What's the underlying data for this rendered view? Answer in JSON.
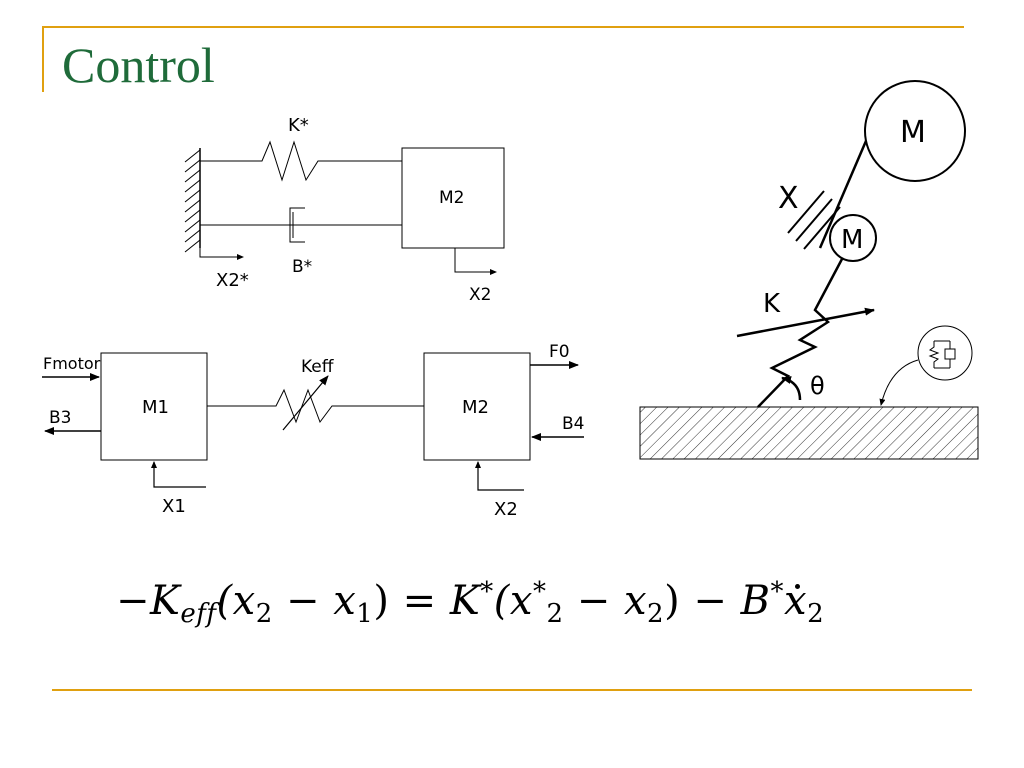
{
  "slide": {
    "title": "Control",
    "accent_color": "#e0a010",
    "title_color": "#1f6b3a"
  },
  "top_diagram": {
    "spring_label": "K*",
    "damper_label": "B*",
    "mass_label": "M2",
    "ground_disp_label": "X2*",
    "mass_disp_label": "X2"
  },
  "block_diagram": {
    "force_in_label": "Fmotor",
    "damping_left_label": "B3",
    "mass1_label": "M1",
    "spring_label": "Keff",
    "mass2_label": "M2",
    "force_out_label": "F0",
    "damping_right_label": "B4",
    "disp1_label": "X1",
    "disp2_label": "X2"
  },
  "robot_diagram": {
    "large_mass_label": "M",
    "small_mass_label": "M",
    "transmission_label": "X",
    "stiffness_label": "K",
    "angle_label": "θ"
  },
  "equation": {
    "minus_lead": "−",
    "k": "K",
    "k_sub": "eff",
    "lhs_paren": "(x",
    "x2_sub": "2",
    "lhs_minus": " − x",
    "x1_sub": "1",
    "equals": ") = ",
    "kstar": "K",
    "star": "*",
    "rhs_paren": "(x",
    "x2s_sub": "2",
    "x2s_sup": "*",
    "rhs_minus": " − x",
    "x2b_sub": "2",
    "rhs_close": ") − ",
    "b": "B",
    "bstar": "*",
    "xdot": "x",
    "xdot_sub": "2"
  }
}
